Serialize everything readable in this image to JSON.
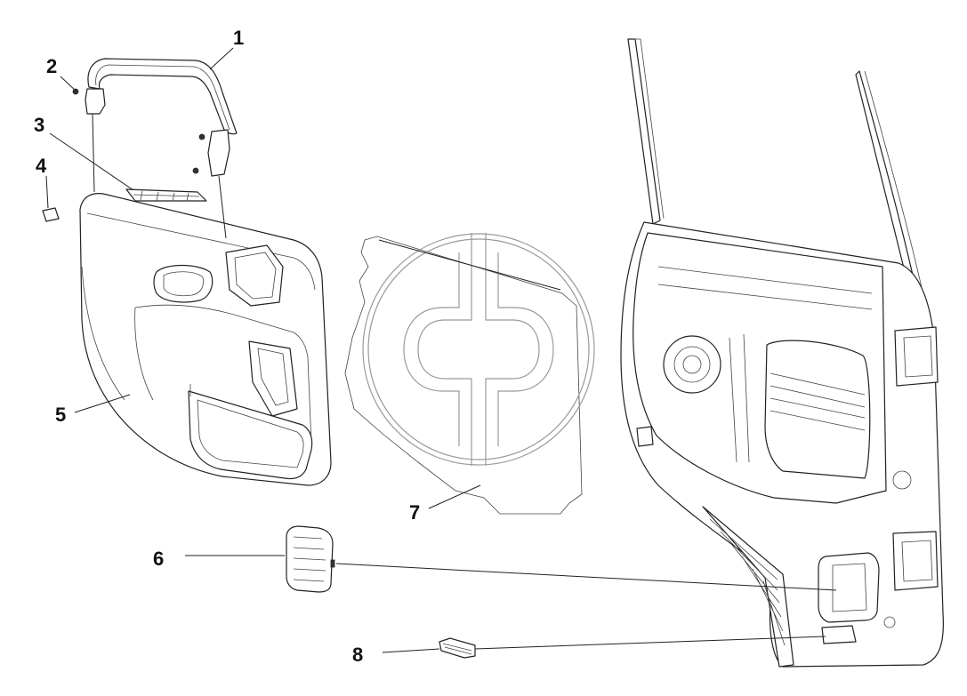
{
  "diagram": {
    "callouts": [
      {
        "id": "1",
        "label": "1"
      },
      {
        "id": "2",
        "label": "2"
      },
      {
        "id": "3",
        "label": "3"
      },
      {
        "id": "4",
        "label": "4"
      },
      {
        "id": "5",
        "label": "5"
      },
      {
        "id": "6",
        "label": "6"
      },
      {
        "id": "7",
        "label": "7"
      },
      {
        "id": "8",
        "label": "8"
      }
    ],
    "parts": [
      "grab-handle",
      "screw",
      "window-switch-panel",
      "cap",
      "door-trim-panel",
      "access-cover",
      "water-shield",
      "vent-grille",
      "door-frame"
    ],
    "watermark_icon": "company-logo-watermark",
    "colors": {
      "line": "#222222",
      "watermark": "#9a9a9a",
      "background": "#ffffff"
    }
  }
}
